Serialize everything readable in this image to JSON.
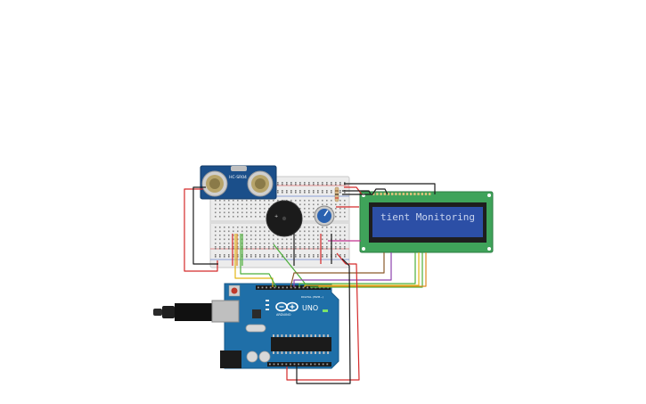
{
  "sensor": {
    "model_label": "HC-SR04"
  },
  "lcd": {
    "text": "tient Monitoring"
  },
  "arduino": {
    "logo_label": "UNO",
    "brand_label": "ARDUINO",
    "digital_label": "DIGITAL (PWM~)",
    "analog_label": "ANALOG IN"
  },
  "wire_colors": {
    "red": "#d42a2a",
    "black": "#1b1b1b",
    "yellow": "#e2b614",
    "green": "#4caf3a",
    "orange": "#e08a1e",
    "purple": "#8e44ad",
    "brown": "#8a5a2b",
    "magenta": "#c2338f"
  },
  "colors": {
    "board": "#1f6fa8",
    "breadboard": "#ececec",
    "lcd_pcb": "#3fa35a",
    "lcd_screen": "#2c4fa6",
    "sensor_pcb": "#1b4f8a"
  }
}
